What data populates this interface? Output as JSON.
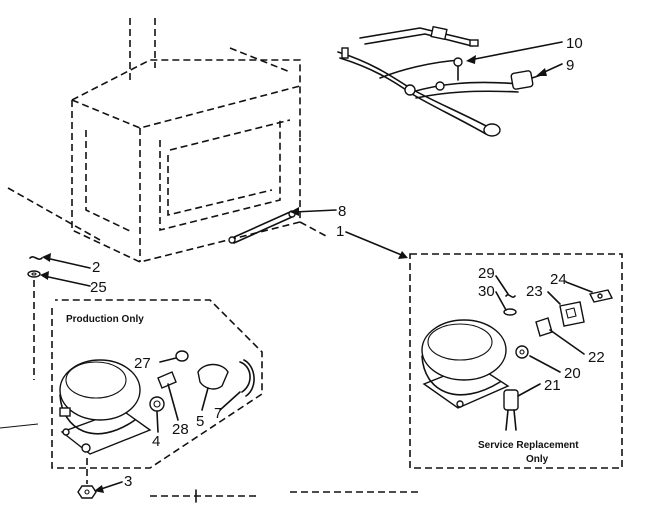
{
  "callouts": {
    "c1": "1",
    "c2": "2",
    "c3": "3",
    "c4": "4",
    "c5": "5",
    "c7": "7",
    "c8": "8",
    "c9": "9",
    "c10": "10",
    "c20": "20",
    "c21": "21",
    "c22": "22",
    "c23": "23",
    "c24": "24",
    "c25": "25",
    "c27": "27",
    "c28": "28",
    "c29": "29",
    "c30": "30"
  },
  "captions": {
    "production": "Production Only",
    "service_line1": "Service Replacement",
    "service_line2": "Only"
  }
}
